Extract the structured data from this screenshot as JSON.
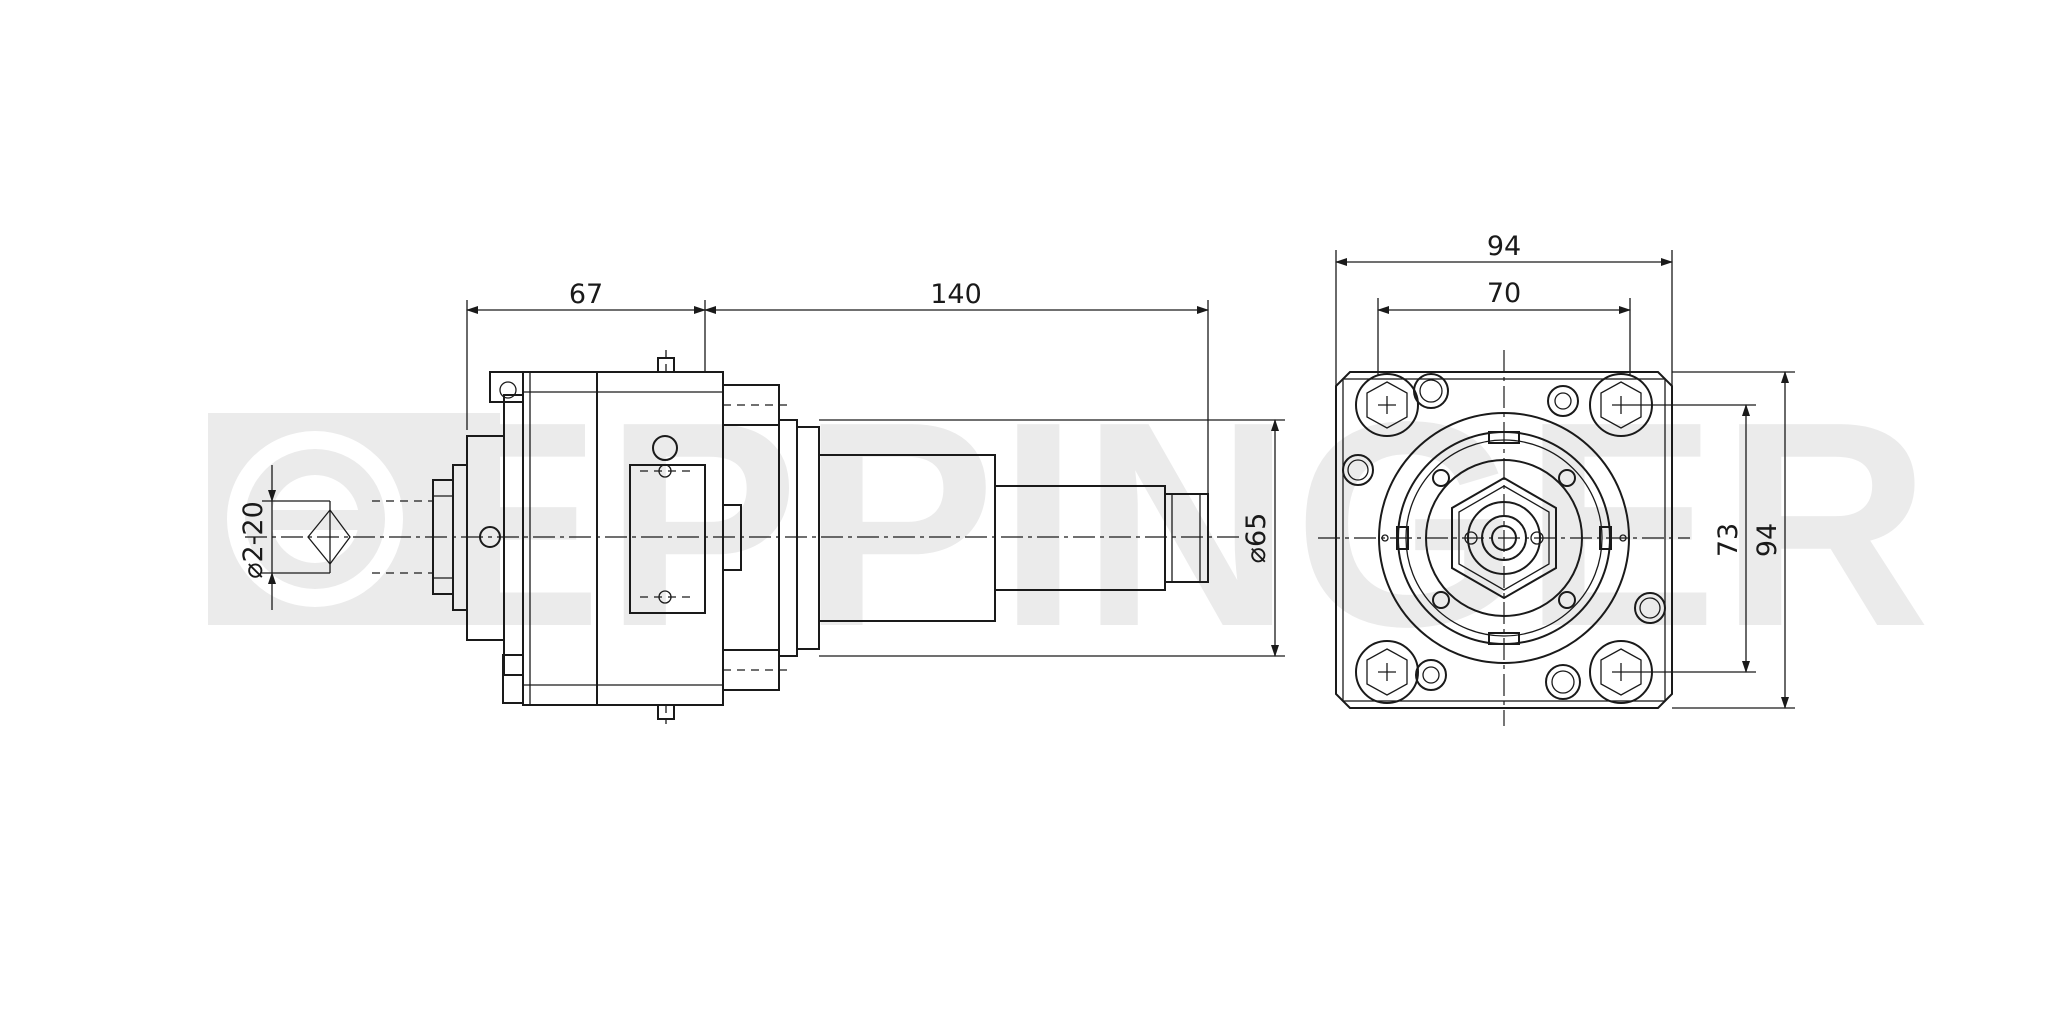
{
  "watermark": "EPPINGER",
  "side_view": {
    "dim_length_head": "67",
    "dim_length_shank": "140",
    "dim_shank_diameter": "⌀65",
    "dim_clamping_range": "⌀2-20"
  },
  "front_view": {
    "dim_width_outer": "94",
    "dim_bolt_spacing_horizontal": "70",
    "dim_bolt_spacing_vertical": "73",
    "dim_height_outer": "94"
  }
}
